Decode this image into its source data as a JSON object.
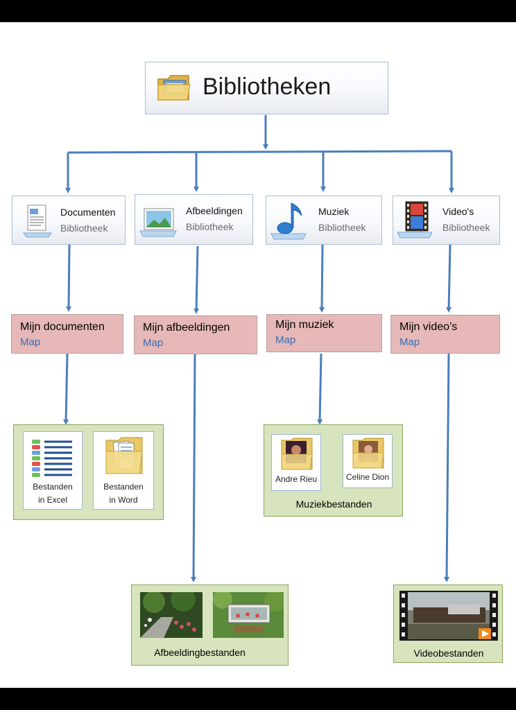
{
  "root": {
    "title": "Bibliotheken",
    "icon": "libraries-folder-icon"
  },
  "libraries": [
    {
      "name": "Documenten",
      "sub": "Bibliotheek",
      "icon": "documents-library-icon"
    },
    {
      "name": "Afbeeldingen",
      "sub": "Bibliotheek",
      "icon": "pictures-library-icon"
    },
    {
      "name": "Muziek",
      "sub": "Bibliotheek",
      "icon": "music-library-icon"
    },
    {
      "name": "Video's",
      "sub": "Bibliotheek",
      "icon": "videos-library-icon"
    }
  ],
  "folders": [
    {
      "name": "Mijn documenten",
      "sub": "Map"
    },
    {
      "name": "Mijn afbeeldingen",
      "sub": "Map"
    },
    {
      "name": "Mijn muziek",
      "sub": "Map"
    },
    {
      "name": "Mijn video’s",
      "sub": "Map"
    }
  ],
  "files": {
    "documents": {
      "items": [
        {
          "line1": "Bestanden",
          "line2": "in Excel",
          "icon": "excel-list-icon"
        },
        {
          "line1": "Bestanden",
          "line2": "in Word",
          "icon": "word-folder-icon"
        }
      ]
    },
    "music": {
      "caption": "Muziekbestanden",
      "items": [
        {
          "label": "Andre Rieu",
          "icon": "music-folder-icon"
        },
        {
          "label": "Celine Dion",
          "icon": "music-folder-icon"
        }
      ]
    },
    "pictures": {
      "caption": "Afbeeldingbestanden"
    },
    "videos": {
      "caption": "Videobestanden"
    }
  },
  "colors": {
    "arrow": "#4a7ebb",
    "folder_fill": "#e6b8b7",
    "files_fill": "#d7e4bd",
    "map_text": "#3b6db2"
  }
}
